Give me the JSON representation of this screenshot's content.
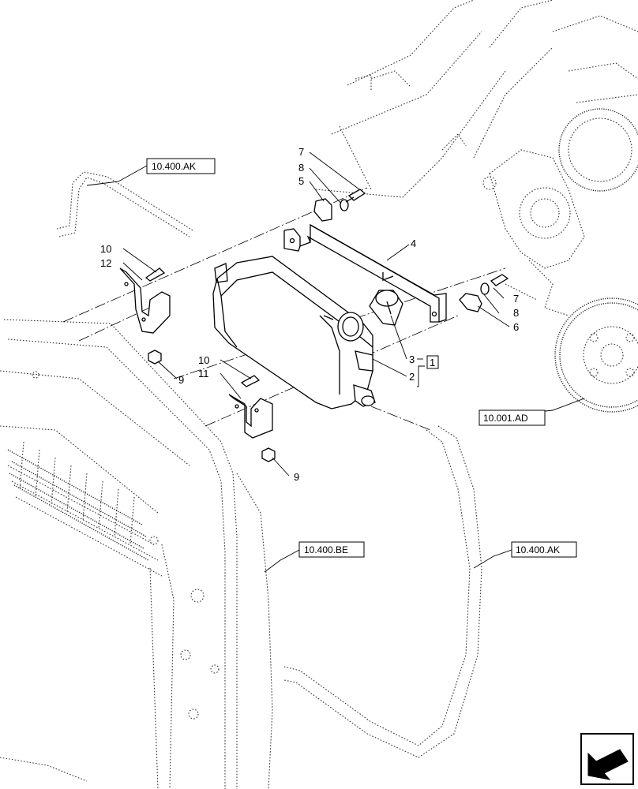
{
  "callouts": {
    "c1": "1",
    "c2": "2",
    "c3": "3",
    "c4": "4",
    "c5": "5",
    "c6": "6",
    "c7a": "7",
    "c7b": "7",
    "c8a": "8",
    "c8b": "8",
    "c9a": "9",
    "c9b": "9",
    "c10a": "10",
    "c10b": "10",
    "c11": "11",
    "c12": "12"
  },
  "references": {
    "ak_top": "10.400.AK",
    "ak_bottom": "10.400.AK",
    "be": "10.400.BE",
    "ad": "10.001.AD"
  },
  "icons": {
    "nav": "arrow-left-icon"
  }
}
